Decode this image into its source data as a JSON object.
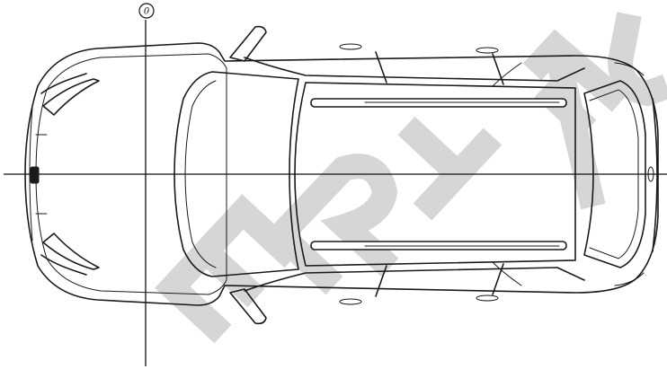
{
  "diagram": {
    "origin_label": "0",
    "watermark_letters": [
      "E",
      "R",
      "T",
      "A",
      "U"
    ]
  },
  "colors": {
    "line": "#1a1a1a",
    "background": "#ffffff",
    "watermark": "#d6d6d6"
  }
}
